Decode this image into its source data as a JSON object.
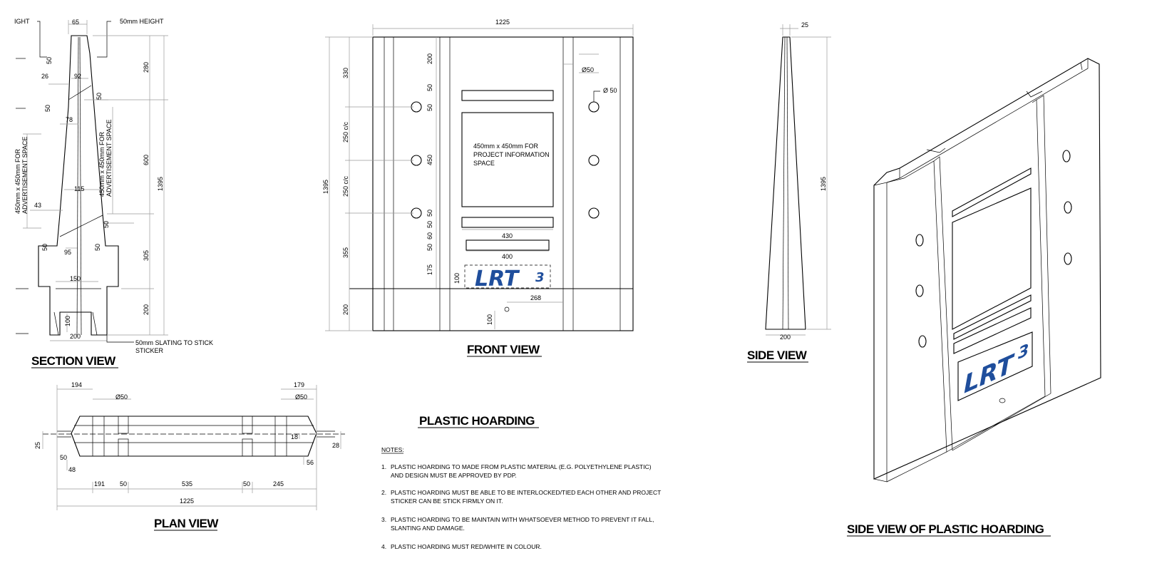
{
  "views": {
    "section": {
      "title": "SECTION VIEW",
      "label_top_left": "IGHT",
      "label_top_right": "50mm HEIGHT",
      "label_adv_left_1": "450mm x 450mm FOR",
      "label_adv_left_2": "ADVERTISEMENT SPACE",
      "label_adv_right_1": "450mm x 450mm FOR",
      "label_adv_right_2": "ADVERTISEMENT SPACE",
      "label_slating_1": "50mm SLATING TO STICK",
      "label_slating_2": "STICKER",
      "dims": [
        "65",
        "50",
        "26",
        "92",
        "50",
        "50",
        "78",
        "280",
        "600",
        "1395",
        "115",
        "43",
        "50",
        "50",
        "95",
        "50",
        "150",
        "305",
        "100",
        "200",
        "200"
      ]
    },
    "front": {
      "title": "FRONT VIEW",
      "overall_width": "1225",
      "overall_height": "1395",
      "info_text_1": "450mm x 450mm FOR",
      "info_text_2": "PROJECT INFORMATION",
      "info_text_3": "SPACE",
      "hole_label_1": "Ø50",
      "hole_label_2": "Ø 50",
      "dims_left": [
        "330",
        "250 c/c",
        "250 c/c",
        "355",
        "200"
      ],
      "dims_inner": [
        "200",
        "50",
        "50",
        "450",
        "50",
        "50",
        "60",
        "50",
        "175",
        "100"
      ],
      "dim_430": "430",
      "dim_400": "400",
      "dim_268": "268",
      "dim_100": "100",
      "logo_text": "LRT",
      "logo_num": "3"
    },
    "side": {
      "title": "SIDE VIEW",
      "dim_top": "25",
      "dim_height": "1395",
      "dim_bottom": "200"
    },
    "plan": {
      "title": "PLAN VIEW",
      "dims": [
        "194",
        "Ø50",
        "179",
        "Ø50",
        "25",
        "50",
        "48",
        "18",
        "28",
        "56",
        "191",
        "50",
        "535",
        "50",
        "245",
        "1225"
      ]
    },
    "iso": {
      "title": "SIDE VIEW OF PLASTIC HOARDING",
      "logo_text": "LRT",
      "logo_num": "3"
    }
  },
  "main_title": "PLASTIC HOARDING",
  "notes": {
    "heading": "NOTES:",
    "items": [
      {
        "num": "1.",
        "line1": "PLASTIC HOARDING TO MADE FROM PLASTIC MATERIAL  (E.G. POLYETHYLENE  PLASTIC)",
        "line2": "AND DESIGN MUST BE APPROVED BY PDP."
      },
      {
        "num": "2.",
        "line1": "PLASTIC HOARDING MUST BE ABLE TO BE INTERLOCKED/TIED  EACH OTHER AND PROJECT",
        "line2": "STICKER CAN BE STICK FIRMLY  ON IT."
      },
      {
        "num": "3.",
        "line1": "PLASTIC HOARDING TO BE MAINTAIN WITH WHATSOEVER METHOD TO PREVENT IT FALL,",
        "line2": "SLANTING AND DAMAGE."
      },
      {
        "num": "4.",
        "line1": "PLASTIC HOARDING MUST RED/WHITE IN COLOUR.",
        "line2": ""
      }
    ]
  },
  "colors": {
    "logo": "#1f4e9c",
    "dimension": "#9a9a9a",
    "line": "#000000"
  }
}
